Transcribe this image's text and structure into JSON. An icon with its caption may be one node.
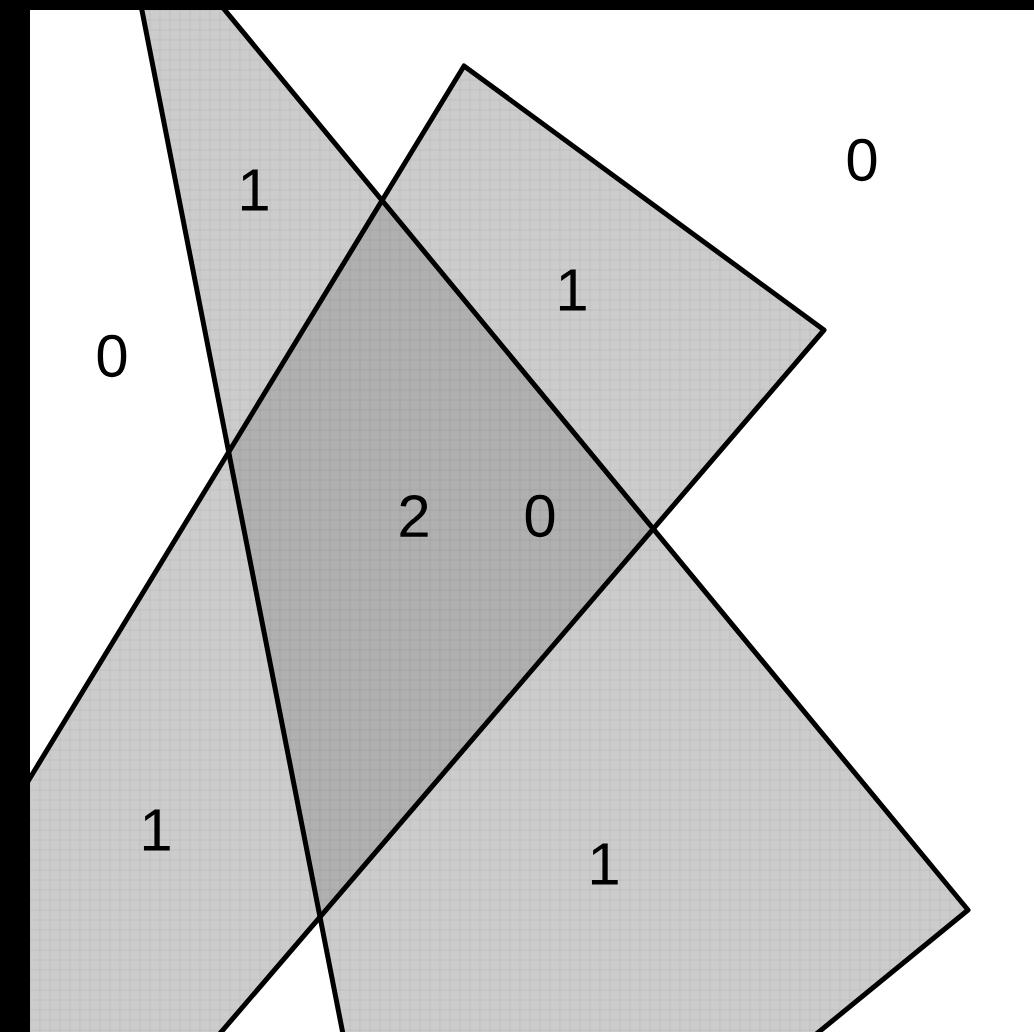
{
  "diagram": {
    "labels": [
      "0",
      "1",
      "1",
      "0",
      "2",
      "0",
      "1",
      "1"
    ]
  }
}
